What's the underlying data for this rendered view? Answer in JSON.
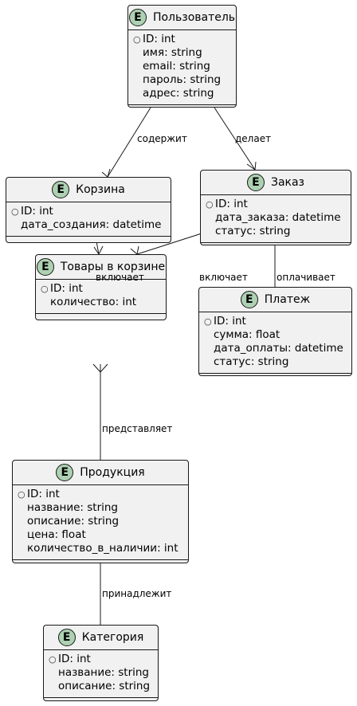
{
  "diagram": {
    "entities": {
      "user": {
        "badge": "E",
        "title": "Пользователь",
        "attributes": [
          "ID: int",
          "имя: string",
          "email: string",
          "пароль: string",
          "адрес: string"
        ]
      },
      "cart": {
        "badge": "E",
        "title": "Корзина",
        "attributes": [
          "ID: int",
          "дата_создания: datetime"
        ]
      },
      "order": {
        "badge": "E",
        "title": "Заказ",
        "attributes": [
          "ID: int",
          "дата_заказа: datetime",
          "статус: string"
        ]
      },
      "cart_items": {
        "badge": "E",
        "title": "Товары в корзине",
        "attributes": [
          "ID: int",
          "количество: int"
        ]
      },
      "payment": {
        "badge": "E",
        "title": "Платеж",
        "attributes": [
          "ID: int",
          "сумма: float",
          "дата_оплаты: datetime",
          "статус: string"
        ]
      },
      "product": {
        "badge": "E",
        "title": "Продукция",
        "attributes": [
          "ID: int",
          "название: string",
          "описание: string",
          "цена: float",
          "количество_в_наличии: int"
        ]
      },
      "category": {
        "badge": "E",
        "title": "Категория",
        "attributes": [
          "ID: int",
          "название: string",
          "описание: string"
        ]
      }
    },
    "relations": {
      "user_cart": "содержит",
      "user_order": "делает",
      "cart_items": "включает",
      "order_items": "включает",
      "order_payment": "оплачивает",
      "items_product": "представляет",
      "product_category": "принадлежит"
    }
  }
}
